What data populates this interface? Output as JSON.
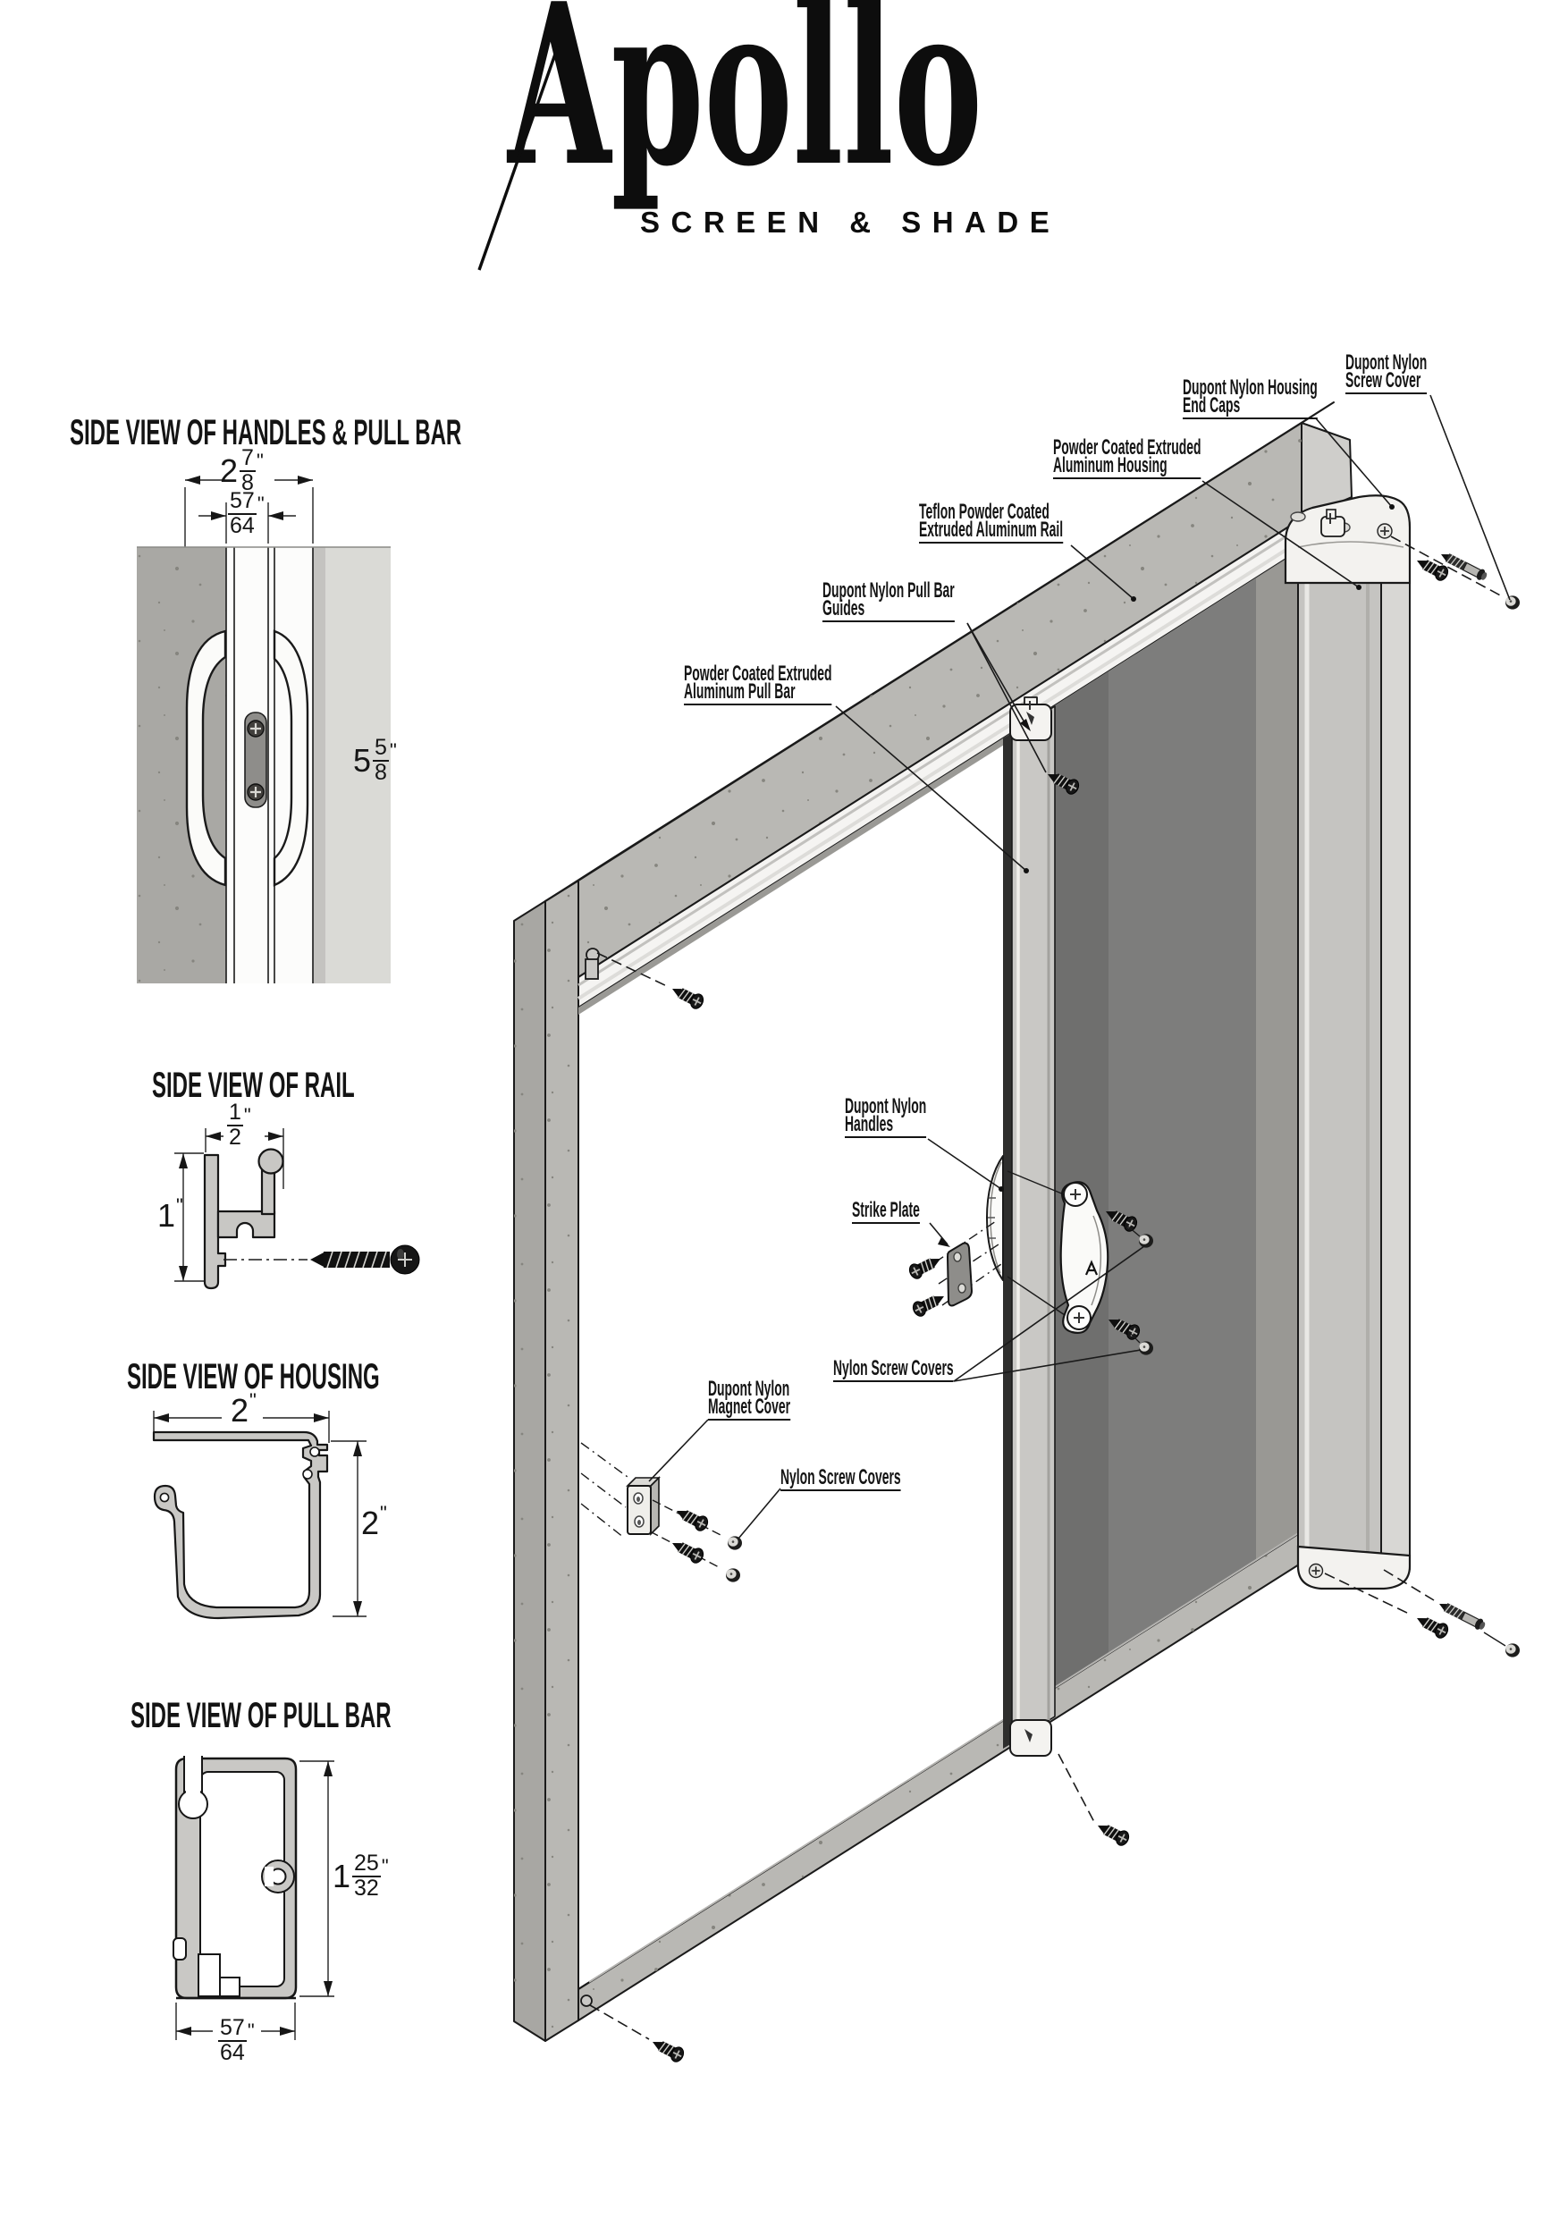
{
  "logo": {
    "brand": "Apollo",
    "tagline": "SCREEN & SHADE"
  },
  "sections": {
    "handles": {
      "title": "SIDE VIEW OF HANDLES & PULL BAR",
      "dim_overall": {
        "whole": "2",
        "num": "7",
        "den": "8",
        "unit": "\""
      },
      "dim_bar": {
        "num": "57",
        "den": "64",
        "unit": "\""
      },
      "dim_handle": {
        "whole": "5",
        "num": "5",
        "den": "8",
        "unit": "\""
      }
    },
    "rail": {
      "title": "SIDE VIEW OF RAIL",
      "dim_width": {
        "num": "1",
        "den": "2",
        "unit": "\""
      },
      "dim_height": {
        "whole": "1",
        "unit": "\""
      }
    },
    "housing": {
      "title": "SIDE VIEW OF HOUSING",
      "dim_width": {
        "whole": "2",
        "unit": "\""
      },
      "dim_height": {
        "whole": "2",
        "unit": "\""
      }
    },
    "pullbar": {
      "title": "SIDE VIEW OF PULL BAR",
      "dim_height": {
        "whole": "1",
        "num": "25",
        "den": "32",
        "unit": "\""
      },
      "dim_width": {
        "num": "57",
        "den": "64",
        "unit": "\""
      }
    }
  },
  "callouts": {
    "end_caps": "Dupont Nylon Housing\nEnd Caps",
    "screw_cover": "Dupont Nylon\nScrew Cover",
    "housing": "Powder Coated Extruded\nAluminum Housing",
    "rail": "Teflon Powder Coated\nExtruded Aluminum Rail",
    "guides": "Dupont Nylon Pull Bar\nGuides",
    "pull_bar": "Powder Coated Extruded\nAluminum Pull Bar",
    "handles": "Dupont Nylon\nHandles",
    "strike_plate": "Strike Plate",
    "screw_covers_right": "Nylon Screw Covers",
    "magnet_cover": "Dupont Nylon\nMagnet Cover",
    "screw_covers_left": "Nylon Screw Covers"
  },
  "colors": {
    "frame_gray": "#b9b8b4",
    "frame_top_gray": "#aeada9",
    "screen_mesh_gray": "#7d7d7c",
    "aluminum_light": "#c9c8c5",
    "outline_black": "#1a1a1a"
  }
}
